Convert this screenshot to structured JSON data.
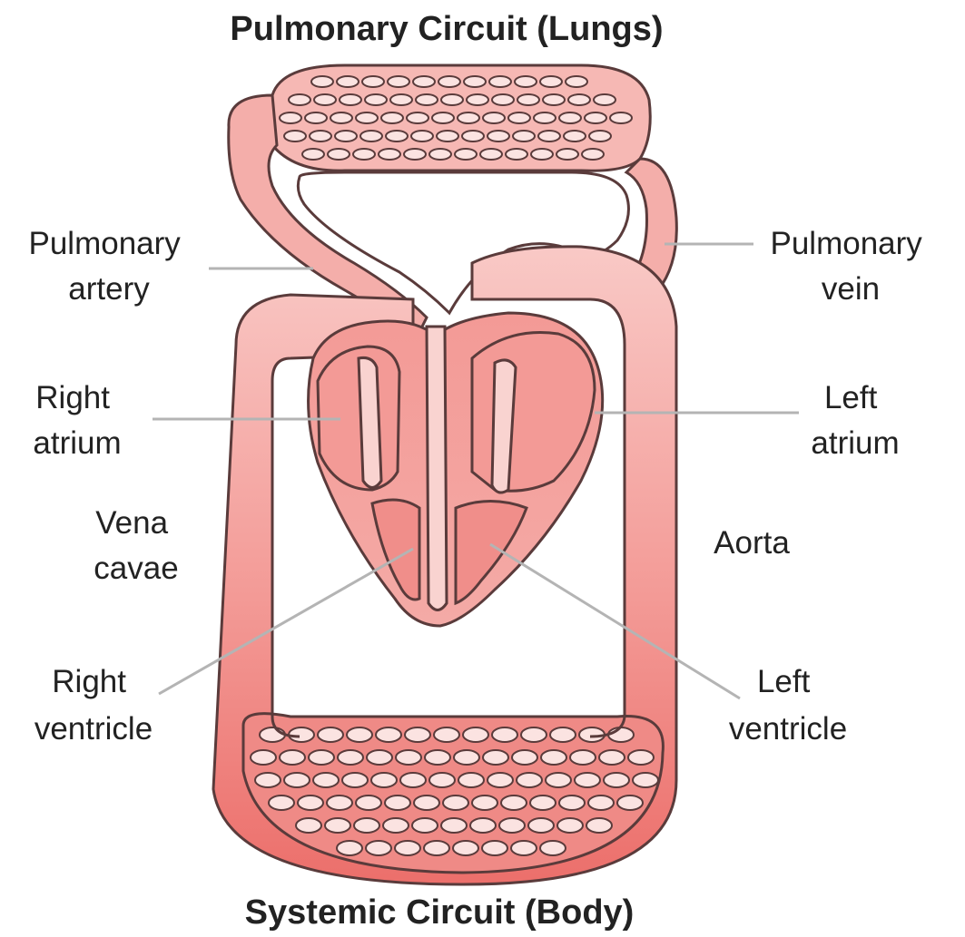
{
  "title_top": "Pulmonary Circuit (Lungs)",
  "title_bottom": "Systemic Circuit (Body)",
  "labels": {
    "pulmonary_artery": [
      "Pulmonary",
      "artery"
    ],
    "pulmonary_vein": [
      "Pulmonary",
      "vein"
    ],
    "right_atrium": [
      "Right",
      "atrium"
    ],
    "left_atrium": [
      "Left",
      "atrium"
    ],
    "vena_cavae": [
      "Vena",
      "cavae"
    ],
    "aorta": [
      "Aorta"
    ],
    "right_ventricle": [
      "Right",
      "ventricle"
    ],
    "left_ventricle": [
      "Left",
      "ventricle"
    ]
  },
  "colors": {
    "tissue_light": "#f7c3c0",
    "tissue_mid": "#f3a3a0",
    "tissue_dark": "#ee7c78",
    "vessel_wall": "#f9d3d0",
    "outline": "#5a3b3b",
    "leader_line": "#b4b4b4",
    "text": "#222222"
  }
}
